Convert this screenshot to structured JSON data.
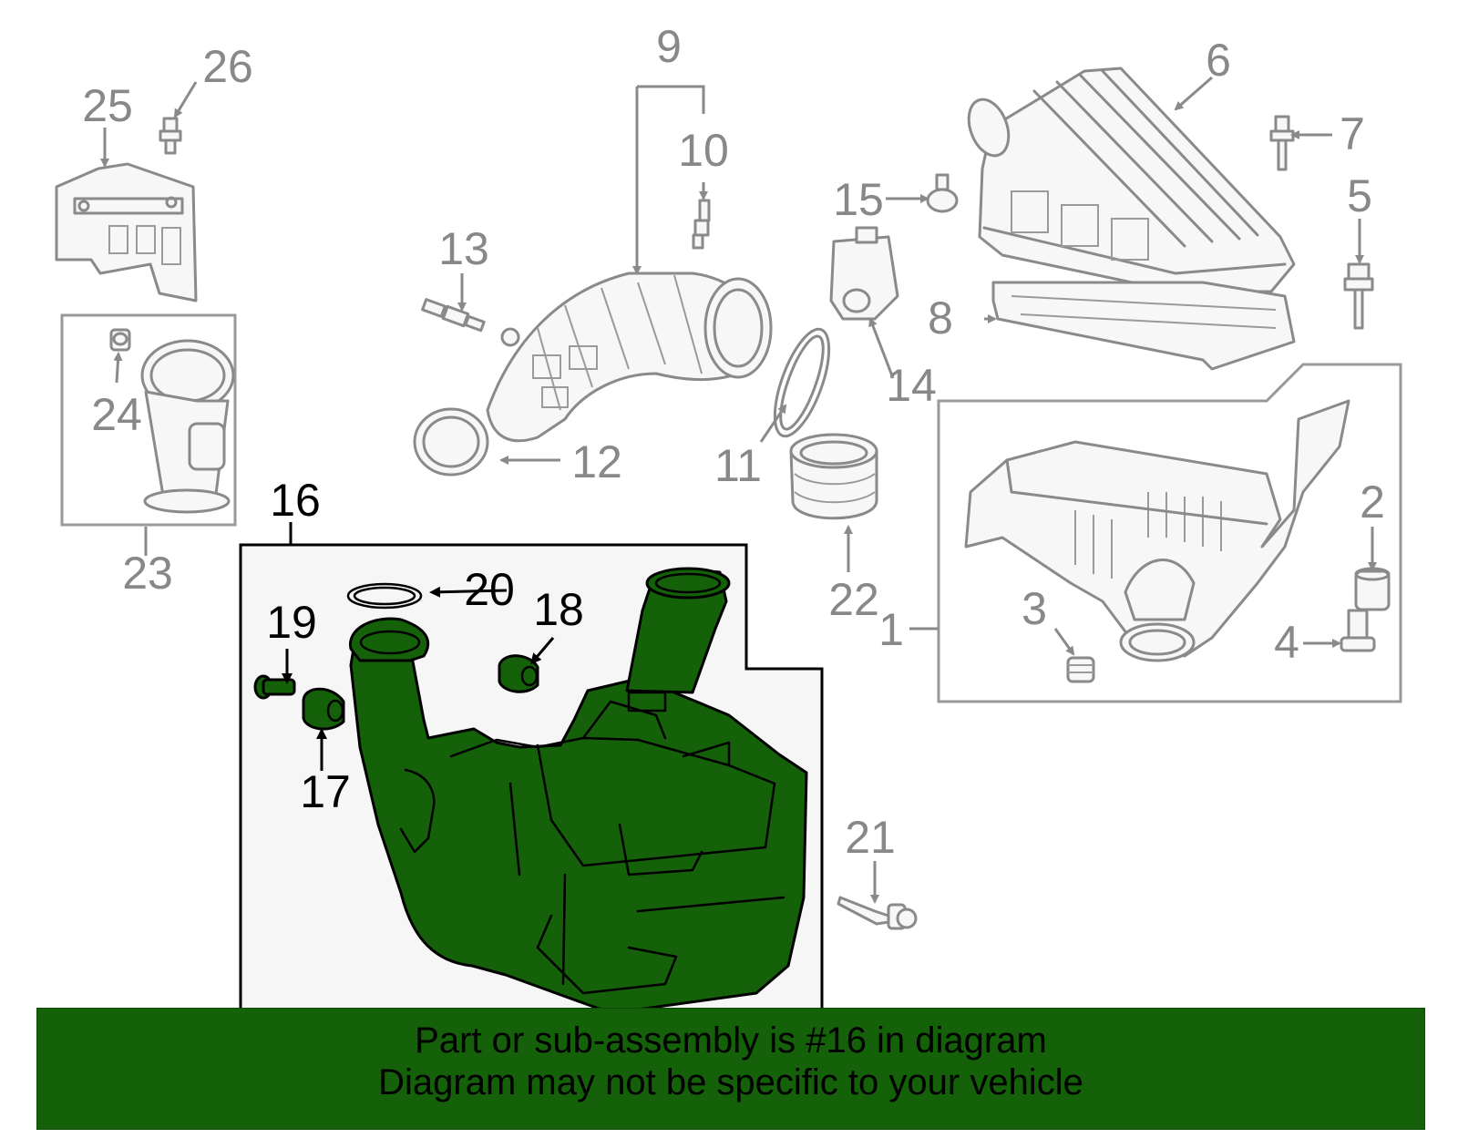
{
  "callouts": {
    "c1": "1",
    "c2": "2",
    "c3": "3",
    "c4": "4",
    "c5": "5",
    "c6": "6",
    "c7": "7",
    "c8": "8",
    "c9": "9",
    "c10": "10",
    "c11": "11",
    "c12": "12",
    "c13": "13",
    "c14": "14",
    "c15": "15",
    "c16": "16",
    "c17": "17",
    "c18": "18",
    "c19": "19",
    "c20": "20",
    "c21": "21",
    "c22": "22",
    "c23": "23",
    "c24": "24",
    "c25": "25",
    "c26": "26"
  },
  "highlighted_part": "16",
  "colors": {
    "highlight_fill": "#146109",
    "banner_background": "#146109",
    "part_outline": "#8a8a8a",
    "label_text": "#888888"
  },
  "banner": {
    "line1": "Part or sub-assembly is #16 in diagram",
    "line2": "Diagram may not be specific to your vehicle"
  }
}
